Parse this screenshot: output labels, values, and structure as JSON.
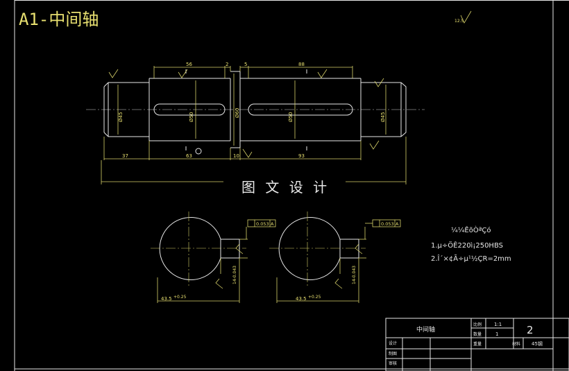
{
  "title": "A1-中间轴",
  "roughness_symbol": "12.5",
  "dims": {
    "top_56": "56",
    "top_2": "2",
    "top_5": "5",
    "top_88": "88",
    "bot_37": "37",
    "bot_63": "63",
    "bot_10": "10",
    "bot_93": "93",
    "d_left": "Ø45",
    "d_second": "Ø50",
    "d_center": "Ø60",
    "d_fourth": "Ø50",
    "d_right": "Ø45",
    "sec1_width": "43.5",
    "sec1_tol": "+0.25",
    "sec2_width": "43.5",
    "sec2_tol": "+0.25",
    "key_width": "14-0.043",
    "tol_frame_1": "0.053",
    "tol_frame_2": "0.053",
    "datum_a": "A"
  },
  "banner_text": "图 文 设 计",
  "tech_notes": {
    "heading": "¼¼ÊõÒªÇó",
    "line1": "1.µ÷ÖÊ220ì¡250HBS",
    "line2": "2.Î´×¢Ã÷µ¹½ÇR=2mm"
  },
  "title_block": {
    "part_name": "中间轴",
    "scale": "1:1",
    "quantity": "1",
    "sheet_number": "2",
    "material": "45钢",
    "label_ratio": "比例",
    "label_qty": "数量",
    "label_weight": "重量",
    "label_material": "材料",
    "label_design": "设计",
    "label_draw": "制图",
    "label_check": "审核"
  }
}
